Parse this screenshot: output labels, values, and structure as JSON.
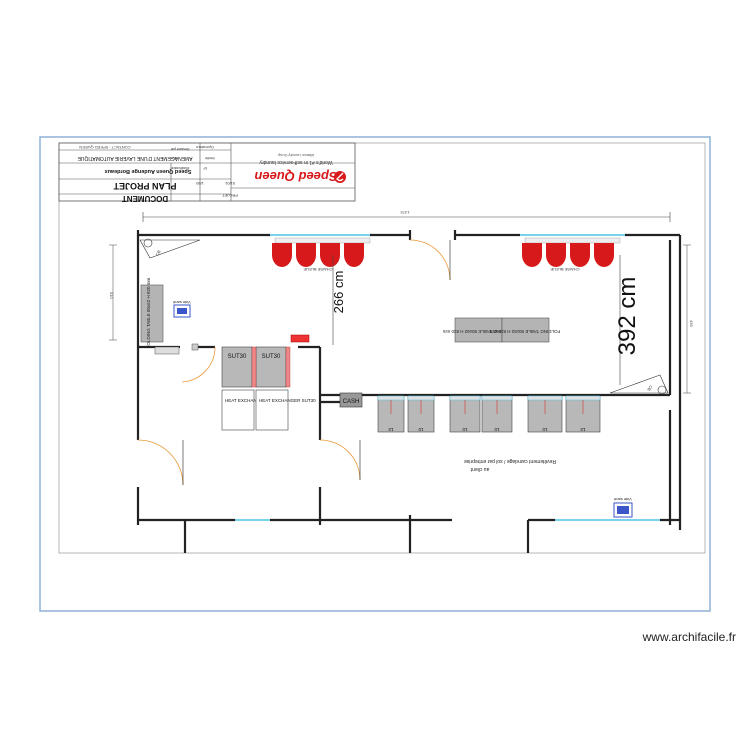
{
  "title_block": {
    "document_label": "DOCUMENT",
    "plan_label": "PLAN PROJET",
    "project_name": "Speed Queen Audenge Bordeaux",
    "project_desc": "AMENAGEMENT D'UNE LAVERIE AUTOMATIQUE",
    "contact": "CONTACT : SPEED QUEEN",
    "operator": "Operateur",
    "brand": "Speed Queen",
    "tagline": "World's #1 in self-service laundry",
    "tagline_small": "Alliance Laundry Group",
    "fields": [
      "Projet",
      "Date",
      "Echelle",
      "Modification",
      "Indice",
      "Dessiné par",
      "Vérifié",
      "Désignation",
      "N°"
    ],
    "field_values": [
      "PROJET",
      "01/01",
      "1/50",
      "A",
      "V0",
      "DESSIN"
    ]
  },
  "dimensions": {
    "vertical_1": "266 cm",
    "vertical_2": "392 cm",
    "overall": "1375",
    "small_marks": [
      "510",
      "435",
      "CB",
      "CB"
    ]
  },
  "equipment": {
    "folding_table_left": "FOLDING TABLE 80x62 H 820 mm",
    "folding_table_right_1": "FOLDING TABLE 80x92 H 820 mm",
    "folding_table_right_2": "FOLDING TABLE 80x92 H 820 mm",
    "chairs_left": "CHAISE BLEUE",
    "chairs_right": "CHAISE BLEUE",
    "dryer_1": "SUT30",
    "dryer_2": "SUT30",
    "heat_exchanger_1": "HEAT EXCHANGER SUT30",
    "heat_exchanger_2": "HEAT EXCHANGER SUT30",
    "cash": "CASH",
    "vide_left": "Vide sanit",
    "vide_right": "Vide sanit",
    "washer_labels": [
      "10",
      "10",
      "10",
      "10",
      "10",
      "10"
    ],
    "floor_note_1": "Revêtement carrelage / sol par entreprise",
    "floor_note_2": "au client"
  },
  "footer": {
    "website": "www.archifacile.fr"
  },
  "colors": {
    "border": "#8fb2d6",
    "wall": "#222222",
    "chair": "#d8191b",
    "brand": "#d8191b",
    "window": "#4cc5e8",
    "door": "#e89a3c",
    "vide_icon": "#3a56c8"
  }
}
